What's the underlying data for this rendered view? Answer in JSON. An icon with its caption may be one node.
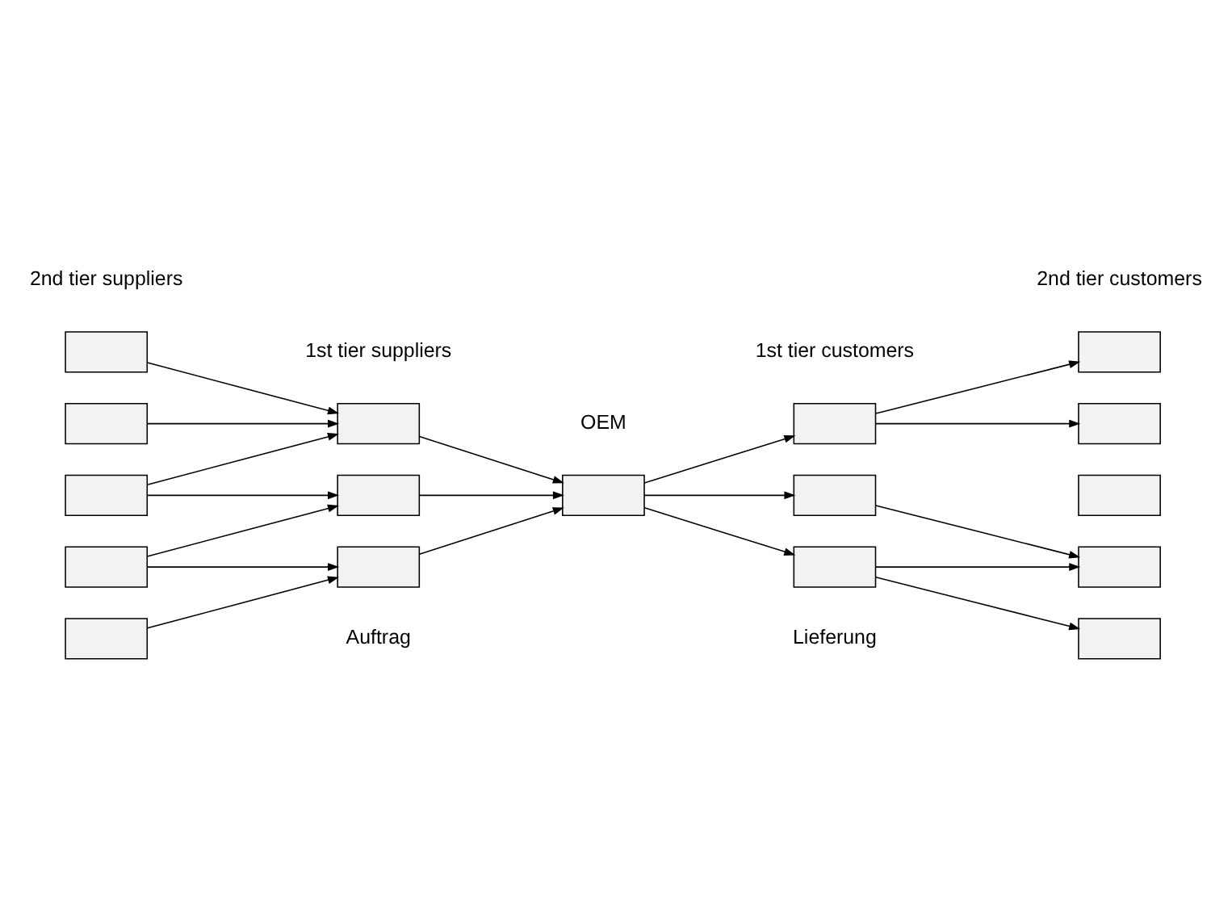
{
  "diagram": {
    "nodes": [
      {
        "text": [],
        "shape": "box"
      },
      {
        "text": [],
        "shape": "box"
      },
      {
        "text": [],
        "shape": "box"
      },
      {
        "text": [],
        "shape": "box"
      },
      {
        "text": [],
        "shape": "box"
      },
      {
        "text": [],
        "shape": "box"
      },
      {
        "text": [],
        "shape": "box"
      },
      {
        "text": [],
        "shape": "box"
      },
      {
        "text": [],
        "shape": "box"
      },
      {
        "text": [],
        "shape": "box"
      },
      {
        "text": [],
        "shape": "box"
      },
      {
        "text": [],
        "shape": "box"
      },
      {
        "text": [],
        "shape": "box"
      },
      {
        "text": [],
        "shape": "box"
      },
      {
        "text": [],
        "shape": "box"
      },
      {
        "text": [],
        "shape": "box"
      },
      {
        "text": [],
        "shape": "box"
      }
    ],
    "edges": [
      {
        "from": 0,
        "to": 5,
        "arrow": "to"
      },
      {
        "from": 1,
        "to": 5,
        "arrow": "to"
      },
      {
        "from": 2,
        "to": 5,
        "arrow": "to"
      },
      {
        "from": 2,
        "to": 6,
        "arrow": "to"
      },
      {
        "from": 3,
        "to": 6,
        "arrow": "to"
      },
      {
        "from": 3,
        "to": 7,
        "arrow": "to"
      },
      {
        "from": 4,
        "to": 7,
        "arrow": "to"
      },
      {
        "from": 5,
        "to": 8,
        "arrow": "to"
      },
      {
        "from": 6,
        "to": 8,
        "arrow": "to"
      },
      {
        "from": 7,
        "to": 8,
        "arrow": "to"
      },
      {
        "from": 8,
        "to": 9,
        "arrow": "to"
      },
      {
        "from": 8,
        "to": 10,
        "arrow": "to"
      },
      {
        "from": 8,
        "to": 11,
        "arrow": "to"
      },
      {
        "from": 9,
        "to": 12,
        "arrow": "to"
      },
      {
        "from": 9,
        "to": 13,
        "arrow": "to"
      },
      {
        "from": 10,
        "to": 15,
        "arrow": "to"
      },
      {
        "from": 11,
        "to": 15,
        "arrow": "to"
      },
      {
        "from": 11,
        "to": 16,
        "arrow": "to"
      }
    ],
    "labels": [
      "2nd tier suppliers",
      "1st tier suppliers",
      "OEM",
      "1st tier customers",
      "2nd tier customers"
    ],
    "legend": [
      {
        "text": "Auftrag"
      },
      {
        "text": "Lieferung"
      }
    ]
  }
}
